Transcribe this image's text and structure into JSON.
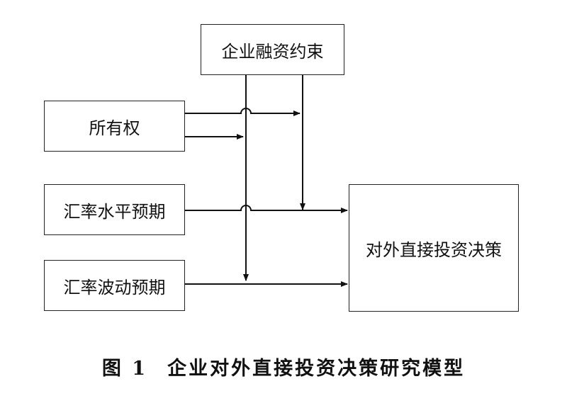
{
  "nodes": {
    "constraint": "企业融资约束",
    "ownership": "所有权",
    "exchange_level": "汇率水平预期",
    "exchange_volatility": "汇率波动预期",
    "decision": "对外直接投资决策"
  },
  "caption": {
    "figure_label": "图 1",
    "title": "企业对外直接投资决策研究模型"
  },
  "colors": {
    "line": "#111111"
  }
}
